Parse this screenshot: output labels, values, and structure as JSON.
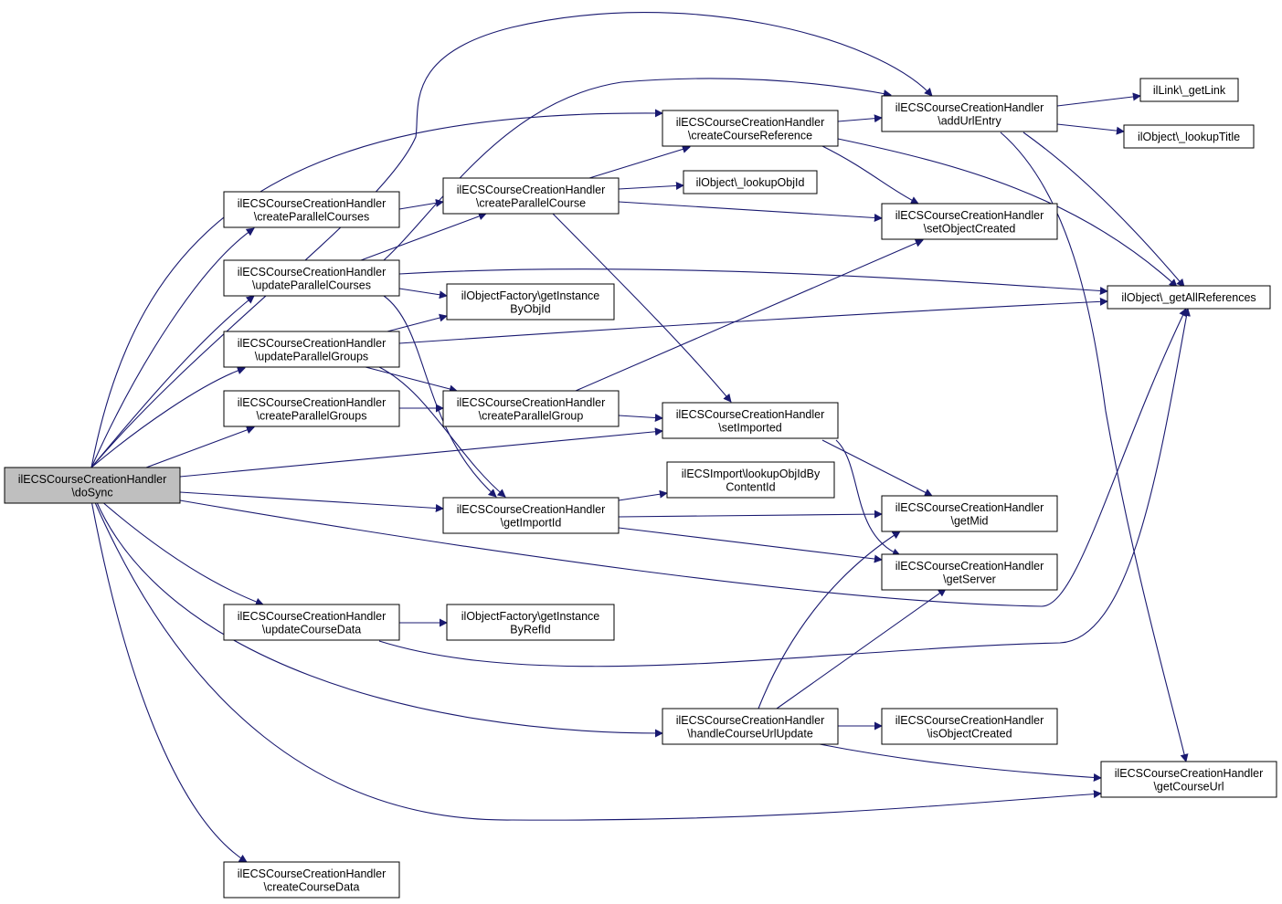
{
  "colors": {
    "edge": "#191970",
    "node_fill": "#ffffff",
    "root_fill": "#bfbfbf",
    "border": "#000000"
  },
  "nodes": {
    "doSync": [
      "ilECSCourseCreationHandler",
      "\\doSync"
    ],
    "createParallelCourses": [
      "ilECSCourseCreationHandler",
      "\\createParallelCourses"
    ],
    "updateParallelCourses": [
      "ilECSCourseCreationHandler",
      "\\updateParallelCourses"
    ],
    "updateParallelGroups": [
      "ilECSCourseCreationHandler",
      "\\updateParallelGroups"
    ],
    "createParallelGroups": [
      "ilECSCourseCreationHandler",
      "\\createParallelGroups"
    ],
    "updateCourseData": [
      "ilECSCourseCreationHandler",
      "\\updateCourseData"
    ],
    "createCourseData": [
      "ilECSCourseCreationHandler",
      "\\createCourseData"
    ],
    "createParallelCourse": [
      "ilECSCourseCreationHandler",
      "\\createParallelCourse"
    ],
    "getInstanceByObjId": [
      "ilObjectFactory\\getInstance",
      "ByObjId"
    ],
    "createParallelGroup": [
      "ilECSCourseCreationHandler",
      "\\createParallelGroup"
    ],
    "getImportId": [
      "ilECSCourseCreationHandler",
      "\\getImportId"
    ],
    "getInstanceByRefId": [
      "ilObjectFactory\\getInstance",
      "ByRefId"
    ],
    "createCourseReference": [
      "ilECSCourseCreationHandler",
      "\\createCourseReference"
    ],
    "lookupObjId": [
      "ilObject\\_lookupObjId"
    ],
    "setImported": [
      "ilECSCourseCreationHandler",
      "\\setImported"
    ],
    "lookupObjIdByContentId": [
      "ilECSImport\\lookupObjIdBy",
      "ContentId"
    ],
    "handleCourseUrlUpdate": [
      "ilECSCourseCreationHandler",
      "\\handleCourseUrlUpdate"
    ],
    "addUrlEntry": [
      "ilECSCourseCreationHandler",
      "\\addUrlEntry"
    ],
    "setObjectCreated": [
      "ilECSCourseCreationHandler",
      "\\setObjectCreated"
    ],
    "getMid": [
      "ilECSCourseCreationHandler",
      "\\getMid"
    ],
    "getServer": [
      "ilECSCourseCreationHandler",
      "\\getServer"
    ],
    "isObjectCreated": [
      "ilECSCourseCreationHandler",
      "\\isObjectCreated"
    ],
    "getLink": [
      "ilLink\\_getLink"
    ],
    "lookupTitle": [
      "ilObject\\_lookupTitle"
    ],
    "getAllReferences": [
      "ilObject\\_getAllReferences"
    ],
    "getCourseUrl": [
      "ilECSCourseCreationHandler",
      "\\getCourseUrl"
    ]
  }
}
